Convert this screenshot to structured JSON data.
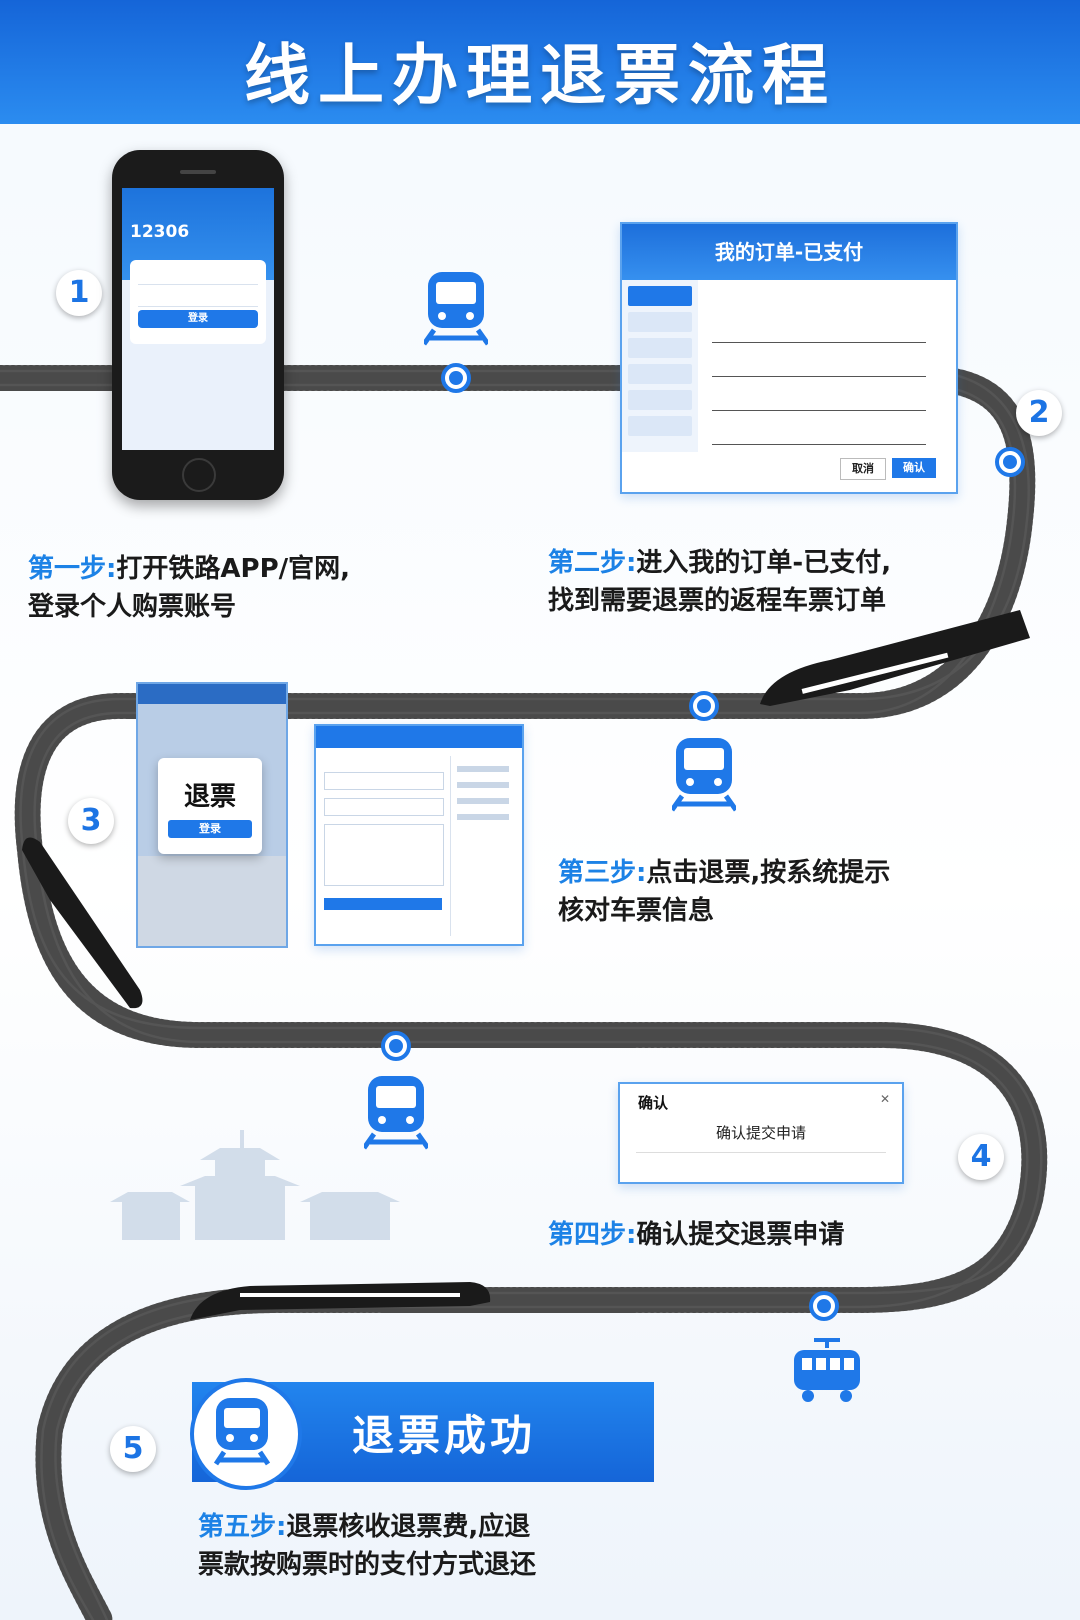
{
  "title": "线上办理退票流程",
  "colors": {
    "accent": "#1c74e4",
    "header_start": "#1565d8",
    "header_end": "#2b8cf0",
    "label": "#1c82e6"
  },
  "steps": [
    {
      "number": "1",
      "label": "第一步:",
      "text_line1": "打开铁路APP/官网,",
      "text_line2": "登录个人购票账号"
    },
    {
      "number": "2",
      "label": "第二步:",
      "text_line1": "进入我的订单-已支付,",
      "text_line2": "找到需要退票的返程车票订单"
    },
    {
      "number": "3",
      "label": "第三步:",
      "text_line1": "点击退票,按系统提示",
      "text_line2": "核对车票信息"
    },
    {
      "number": "4",
      "label": "第四步:",
      "text_line1": "确认提交退票申请",
      "text_line2": ""
    },
    {
      "number": "5",
      "label": "第五步:",
      "text_line1": "退票核收退票费,应退",
      "text_line2": "票款按购票时的支付方式退还"
    }
  ],
  "phone": {
    "app_name": "12306",
    "login_button": "登录"
  },
  "order_dialog": {
    "title": "我的订单-已支付",
    "cancel_button": "取消",
    "confirm_button": "确认"
  },
  "refund_popup": {
    "title": "退票",
    "button": "登录"
  },
  "confirm_dialog": {
    "title": "确认",
    "message": "确认提交申请"
  },
  "success_banner": {
    "text": "退票成功"
  },
  "icons": [
    "train-front-icon",
    "tram-icon",
    "bullet-train-icon",
    "pagoda-silhouette"
  ]
}
